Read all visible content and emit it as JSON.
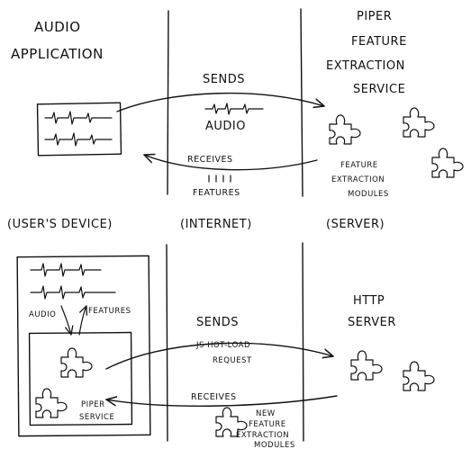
{
  "top": {
    "left_title_lines": [
      "AUDIO",
      "APPLICATION"
    ],
    "right_title_lines": [
      "PIPER",
      "FEATURE",
      "EXTRACTION",
      "SERVICE"
    ],
    "sends_label": "SENDS",
    "audio_label": "AUDIO",
    "receives_label": "RECEIVES",
    "features_label": "FEATURES",
    "modules_lines": [
      "FEATURE",
      "EXTRACTION",
      "MODULES"
    ]
  },
  "columns": {
    "device": "(USER'S DEVICE)",
    "internet": "(INTERNET)",
    "server": "(SERVER)"
  },
  "bottom": {
    "audio_label": "AUDIO",
    "features_label": "FEATURES",
    "piper_lines": [
      "PIPER",
      "SERVICE"
    ],
    "sends_label": "SENDS",
    "request_lines": [
      "JS HOT-LOAD",
      "REQUEST"
    ],
    "receives_label": "RECEIVES",
    "new_modules_lines": [
      "NEW",
      "FEATURE",
      "EXTRACTION",
      "MODULES"
    ],
    "server_title_lines": [
      "HTTP",
      "SERVER"
    ]
  }
}
